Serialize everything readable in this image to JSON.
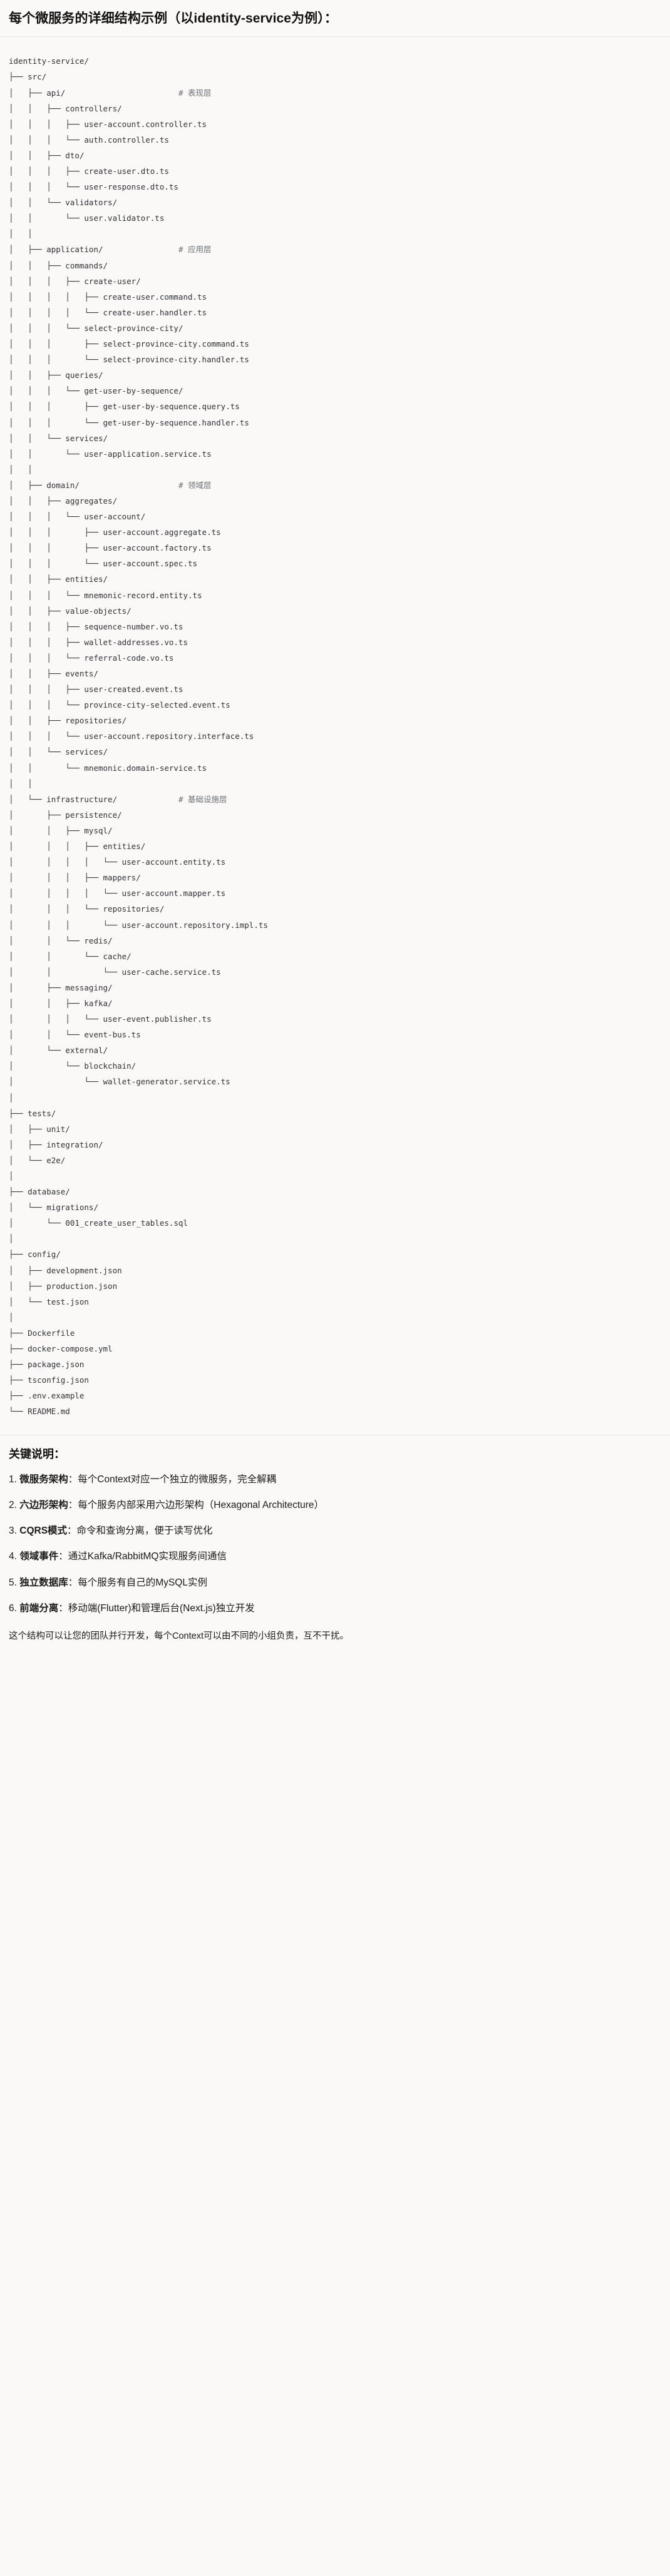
{
  "title": "每个微服务的详细结构示例（以identity-service为例）：",
  "tree": {
    "root": "identity-service/",
    "comments": {
      "api": "# 表现层",
      "application": "# 应用层",
      "domain": "# 领域层",
      "infrastructure": "# 基础设施层"
    },
    "lines": [
      "identity-service/",
      "├── src/",
      "│   ├── api/                        # 表现层",
      "│   │   ├── controllers/",
      "│   │   │   ├── user-account.controller.ts",
      "│   │   │   └── auth.controller.ts",
      "│   │   ├── dto/",
      "│   │   │   ├── create-user.dto.ts",
      "│   │   │   └── user-response.dto.ts",
      "│   │   └── validators/",
      "│   │       └── user.validator.ts",
      "│   │",
      "│   ├── application/                # 应用层",
      "│   │   ├── commands/",
      "│   │   │   ├── create-user/",
      "│   │   │   │   ├── create-user.command.ts",
      "│   │   │   │   └── create-user.handler.ts",
      "│   │   │   └── select-province-city/",
      "│   │   │       ├── select-province-city.command.ts",
      "│   │   │       └── select-province-city.handler.ts",
      "│   │   ├── queries/",
      "│   │   │   └── get-user-by-sequence/",
      "│   │   │       ├── get-user-by-sequence.query.ts",
      "│   │   │       └── get-user-by-sequence.handler.ts",
      "│   │   └── services/",
      "│   │       └── user-application.service.ts",
      "│   │",
      "│   ├── domain/                     # 领域层",
      "│   │   ├── aggregates/",
      "│   │   │   └── user-account/",
      "│   │   │       ├── user-account.aggregate.ts",
      "│   │   │       ├── user-account.factory.ts",
      "│   │   │       └── user-account.spec.ts",
      "│   │   ├── entities/",
      "│   │   │   └── mnemonic-record.entity.ts",
      "│   │   ├── value-objects/",
      "│   │   │   ├── sequence-number.vo.ts",
      "│   │   │   ├── wallet-addresses.vo.ts",
      "│   │   │   └── referral-code.vo.ts",
      "│   │   ├── events/",
      "│   │   │   ├── user-created.event.ts",
      "│   │   │   └── province-city-selected.event.ts",
      "│   │   ├── repositories/",
      "│   │   │   └── user-account.repository.interface.ts",
      "│   │   └── services/",
      "│   │       └── mnemonic.domain-service.ts",
      "│   │",
      "│   └── infrastructure/             # 基础设施层",
      "│       ├── persistence/",
      "│       │   ├── mysql/",
      "│       │   │   ├── entities/",
      "│       │   │   │   └── user-account.entity.ts",
      "│       │   │   ├── mappers/",
      "│       │   │   │   └── user-account.mapper.ts",
      "│       │   │   └── repositories/",
      "│       │   │       └── user-account.repository.impl.ts",
      "│       │   └── redis/",
      "│       │       └── cache/",
      "│       │           └── user-cache.service.ts",
      "│       ├── messaging/",
      "│       │   ├── kafka/",
      "│       │   │   └── user-event.publisher.ts",
      "│       │   └── event-bus.ts",
      "│       └── external/",
      "│           └── blockchain/",
      "│               └── wallet-generator.service.ts",
      "│",
      "├── tests/",
      "│   ├── unit/",
      "│   ├── integration/",
      "│   └── e2e/",
      "│",
      "├── database/",
      "│   └── migrations/",
      "│       └── 001_create_user_tables.sql",
      "│",
      "├── config/",
      "│   ├── development.json",
      "│   ├── production.json",
      "│   └── test.json",
      "│",
      "├── Dockerfile",
      "├── docker-compose.yml",
      "├── package.json",
      "├── tsconfig.json",
      "├── .env.example",
      "└── README.md"
    ]
  },
  "notes": {
    "heading": "关键说明：",
    "items": [
      {
        "num": "1.",
        "term": "微服务架构",
        "desc": "：每个Context对应一个独立的微服务，完全解耦"
      },
      {
        "num": "2.",
        "term": "六边形架构",
        "desc": "：每个服务内部采用六边形架构（Hexagonal Architecture）"
      },
      {
        "num": "3.",
        "term": "CQRS模式",
        "desc": "：命令和查询分离，便于读写优化"
      },
      {
        "num": "4.",
        "term": "领域事件",
        "desc": "：通过Kafka/RabbitMQ实现服务间通信"
      },
      {
        "num": "5.",
        "term": "独立数据库",
        "desc": "：每个服务有自己的MySQL实例"
      },
      {
        "num": "6.",
        "term": "前端分离",
        "desc": "：移动端(Flutter)和管理后台(Next.js)独立开发"
      }
    ],
    "closing": "这个结构可以让您的团队并行开发，每个Context可以由不同的小组负责，互不干扰。"
  }
}
